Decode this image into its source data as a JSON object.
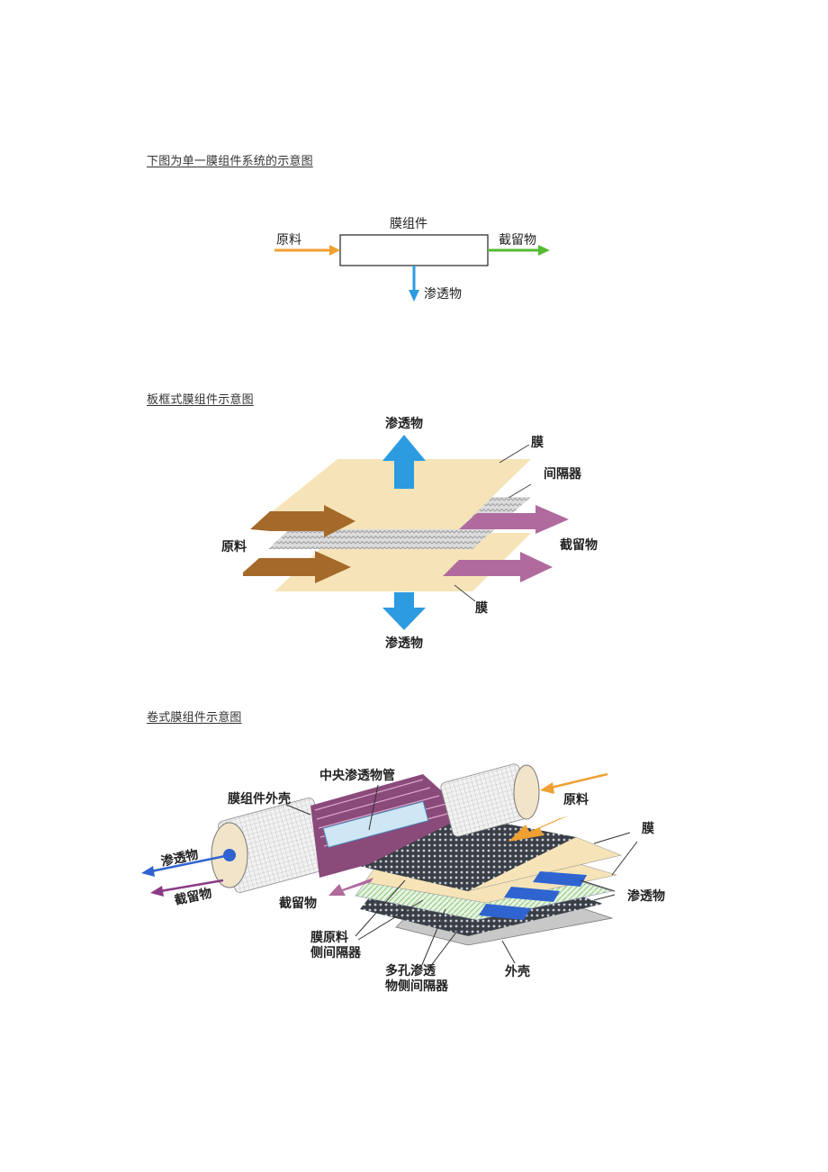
{
  "captions": {
    "single": "下图为单一膜组件系统的示意图",
    "plate": "板框式膜组件示意图",
    "spiral": "卷式膜组件示意图"
  },
  "diagram1": {
    "feed": "原料",
    "module": "膜组件",
    "retentate": "截留物",
    "permeate": "渗透物"
  },
  "diagram2": {
    "permeate_top": "渗透物",
    "membrane_top": "膜",
    "spacer": "间隔器",
    "feed": "原料",
    "retentate": "截留物",
    "membrane_bottom": "膜",
    "permeate_bottom": "渗透物"
  },
  "diagram3": {
    "central_tube": "中央渗透物管",
    "housing": "膜组件外壳",
    "feed": "原料",
    "membrane": "膜",
    "permeate_left": "渗透物",
    "retentate_left": "截留物",
    "retentate_mid": "截留物",
    "permeate_right": "渗透物",
    "feed_spacer_line1": "膜原料",
    "feed_spacer_line2": "侧间隔器",
    "porous_spacer_line1": "多孔渗透",
    "porous_spacer_line2": "物侧间隔器",
    "outer_shell": "外壳"
  },
  "colors": {
    "feed_orange": "#f0a030",
    "retentate_green": "#55bb33",
    "permeate_blue": "#2d9be0",
    "membrane_sheet": "#f6e4b8",
    "feed_brown": "#a5692a",
    "retentate_purple": "#b06a9e",
    "arrow_blue": "#2f64d0",
    "arrow_purple": "#8a3a86"
  }
}
